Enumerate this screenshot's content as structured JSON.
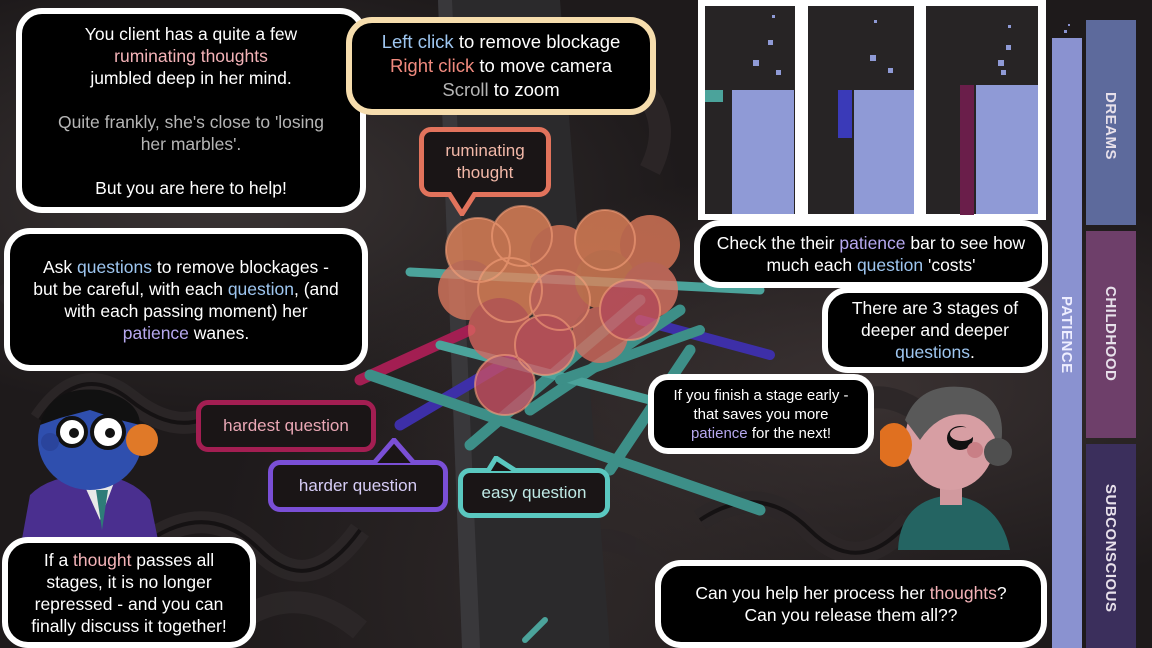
{
  "controls": {
    "left_key": "Left click",
    "left_text": " to remove blockage",
    "right_key": "Right click",
    "right_text": " to move camera",
    "scroll_key": "Scroll",
    "scroll_text": " to zoom"
  },
  "intro": {
    "l1": "You client has a quite a few",
    "l2": "ruminating thoughts",
    "l3": "jumbled deep in her mind.",
    "l4": "Quite frankly, she's close to 'losing her marbles'.",
    "l5": "But you are here to help!"
  },
  "questions_tip": {
    "p1": "Ask ",
    "w1": "questions",
    "p2": " to remove blockages - but be careful, with each ",
    "w2": "question",
    "p3": ", (and with each passing moment) her ",
    "w3": "patience",
    "p4": " wanes."
  },
  "patience_tip": {
    "p1": "Check the their ",
    "w1": "patience",
    "p2": " bar to see how much each ",
    "w2": "question",
    "p3": " 'costs'"
  },
  "stages_tip": {
    "p1": "There are 3 stages of deeper and deeper ",
    "w1": "questions",
    "p2": "."
  },
  "early_tip": {
    "p1": "If you finish a stage early - that saves you more ",
    "w1": "patience",
    "p2": " for the next!"
  },
  "thought_tip": {
    "p1": "If a ",
    "w1": "thought",
    "p2": " passes all stages, it is no longer repressed - and you can finally discuss it together!"
  },
  "goal": {
    "p1": "Can you help her process her ",
    "w1": "thoughts",
    "p2": "?",
    "l2": "Can you release them all??"
  },
  "labels": {
    "ruminating": "ruminating thought",
    "hardest": "hardest question",
    "harder": "harder question",
    "easy": "easy question"
  },
  "sidebar": {
    "patience": "PATIENCE",
    "dreams": "DREAMS",
    "childhood": "CHILDHOOD",
    "subconscious": "SUBCONSCIOUS"
  },
  "colors": {
    "easy": "#5ac8c0",
    "harder": "#7a4fd6",
    "hardest": "#a31e52",
    "ruminating": "#e2735c",
    "patience_bar": "#8a92d0",
    "dreams": "#5d6a9c",
    "childhood": "#6e3f6a",
    "subconscious": "#3b2f5c"
  }
}
